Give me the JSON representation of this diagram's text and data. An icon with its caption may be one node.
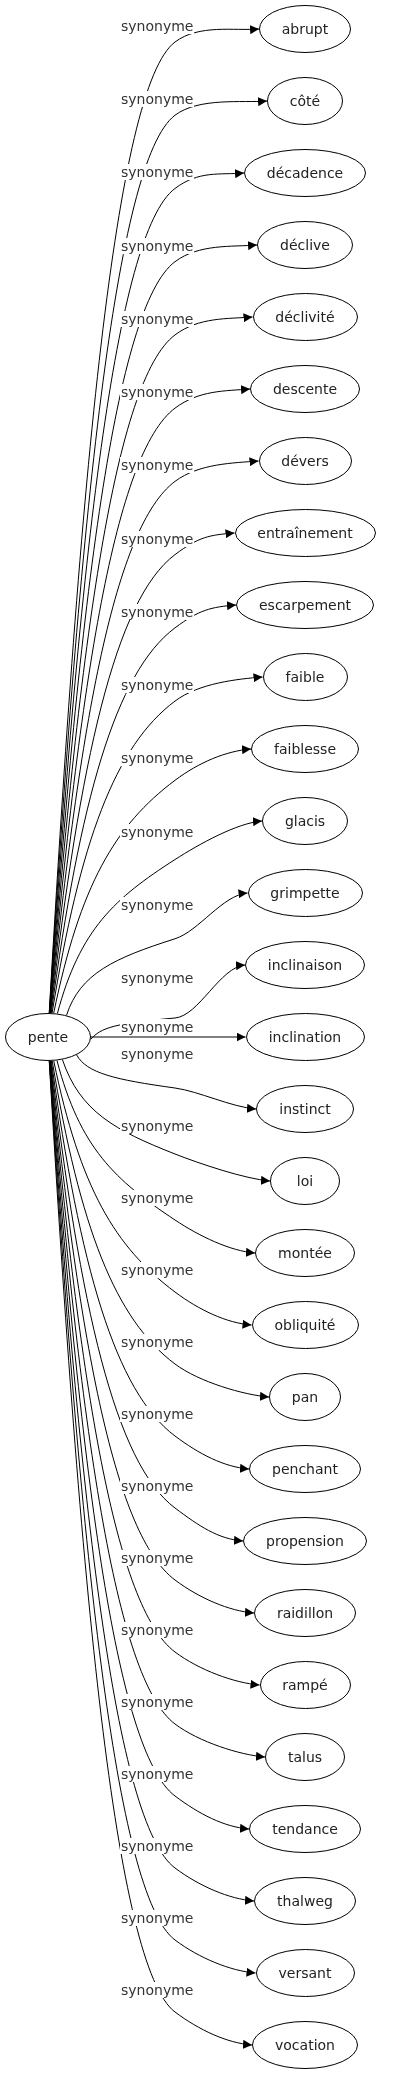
{
  "diagram": {
    "nodes": [
      {
        "text": [
          "pente"
        ]
      },
      {
        "text": [
          "abrupt"
        ]
      },
      {
        "text": [
          "côté"
        ]
      },
      {
        "text": [
          "décadence"
        ]
      },
      {
        "text": [
          "déclive"
        ]
      },
      {
        "text": [
          "déclivité"
        ]
      },
      {
        "text": [
          "descente"
        ]
      },
      {
        "text": [
          "dévers"
        ]
      },
      {
        "text": [
          "entraînement"
        ]
      },
      {
        "text": [
          "escarpement"
        ]
      },
      {
        "text": [
          "faible"
        ]
      },
      {
        "text": [
          "faiblesse"
        ]
      },
      {
        "text": [
          "glacis"
        ]
      },
      {
        "text": [
          "grimpette"
        ]
      },
      {
        "text": [
          "inclinaison"
        ]
      },
      {
        "text": [
          "inclination"
        ]
      },
      {
        "text": [
          "instinct"
        ]
      },
      {
        "text": [
          "loi"
        ]
      },
      {
        "text": [
          "montée"
        ]
      },
      {
        "text": [
          "obliquité"
        ]
      },
      {
        "text": [
          "pan"
        ]
      },
      {
        "text": [
          "penchant"
        ]
      },
      {
        "text": [
          "propension"
        ]
      },
      {
        "text": [
          "raidillon"
        ]
      },
      {
        "text": [
          "rampé"
        ]
      },
      {
        "text": [
          "talus"
        ]
      },
      {
        "text": [
          "tendance"
        ]
      },
      {
        "text": [
          "thalweg"
        ]
      },
      {
        "text": [
          "versant"
        ]
      },
      {
        "text": [
          "vocation"
        ]
      }
    ],
    "edges": [
      {
        "from": 0,
        "to": 1,
        "arrow": "to",
        "label": "synonyme"
      },
      {
        "from": 0,
        "to": 2,
        "arrow": "to",
        "label": "synonyme"
      },
      {
        "from": 0,
        "to": 3,
        "arrow": "to",
        "label": "synonyme"
      },
      {
        "from": 0,
        "to": 4,
        "arrow": "to",
        "label": "synonyme"
      },
      {
        "from": 0,
        "to": 5,
        "arrow": "to",
        "label": "synonyme"
      },
      {
        "from": 0,
        "to": 6,
        "arrow": "to",
        "label": "synonyme"
      },
      {
        "from": 0,
        "to": 7,
        "arrow": "to",
        "label": "synonyme"
      },
      {
        "from": 0,
        "to": 8,
        "arrow": "to",
        "label": "synonyme"
      },
      {
        "from": 0,
        "to": 9,
        "arrow": "to",
        "label": "synonyme"
      },
      {
        "from": 0,
        "to": 10,
        "arrow": "to",
        "label": "synonyme"
      },
      {
        "from": 0,
        "to": 11,
        "arrow": "to",
        "label": "synonyme"
      },
      {
        "from": 0,
        "to": 12,
        "arrow": "to",
        "label": "synonyme"
      },
      {
        "from": 0,
        "to": 13,
        "arrow": "to",
        "label": "synonyme"
      },
      {
        "from": 0,
        "to": 14,
        "arrow": "to",
        "label": "synonyme"
      },
      {
        "from": 0,
        "to": 15,
        "arrow": "to",
        "label": "synonyme"
      },
      {
        "from": 0,
        "to": 16,
        "arrow": "to",
        "label": "synonyme"
      },
      {
        "from": 0,
        "to": 17,
        "arrow": "to",
        "label": "synonyme"
      },
      {
        "from": 0,
        "to": 18,
        "arrow": "to",
        "label": "synonyme"
      },
      {
        "from": 0,
        "to": 19,
        "arrow": "to",
        "label": "synonyme"
      },
      {
        "from": 0,
        "to": 20,
        "arrow": "to",
        "label": "synonyme"
      },
      {
        "from": 0,
        "to": 21,
        "arrow": "to",
        "label": "synonyme"
      },
      {
        "from": 0,
        "to": 22,
        "arrow": "to",
        "label": "synonyme"
      },
      {
        "from": 0,
        "to": 23,
        "arrow": "to",
        "label": "synonyme"
      },
      {
        "from": 0,
        "to": 24,
        "arrow": "to",
        "label": "synonyme"
      },
      {
        "from": 0,
        "to": 25,
        "arrow": "to",
        "label": "synonyme"
      },
      {
        "from": 0,
        "to": 26,
        "arrow": "to",
        "label": "synonyme"
      },
      {
        "from": 0,
        "to": 27,
        "arrow": "to",
        "label": "synonyme"
      },
      {
        "from": 0,
        "to": 28,
        "arrow": "to",
        "label": "synonyme"
      },
      {
        "from": 0,
        "to": 29,
        "arrow": "to",
        "label": "synonyme"
      }
    ]
  }
}
